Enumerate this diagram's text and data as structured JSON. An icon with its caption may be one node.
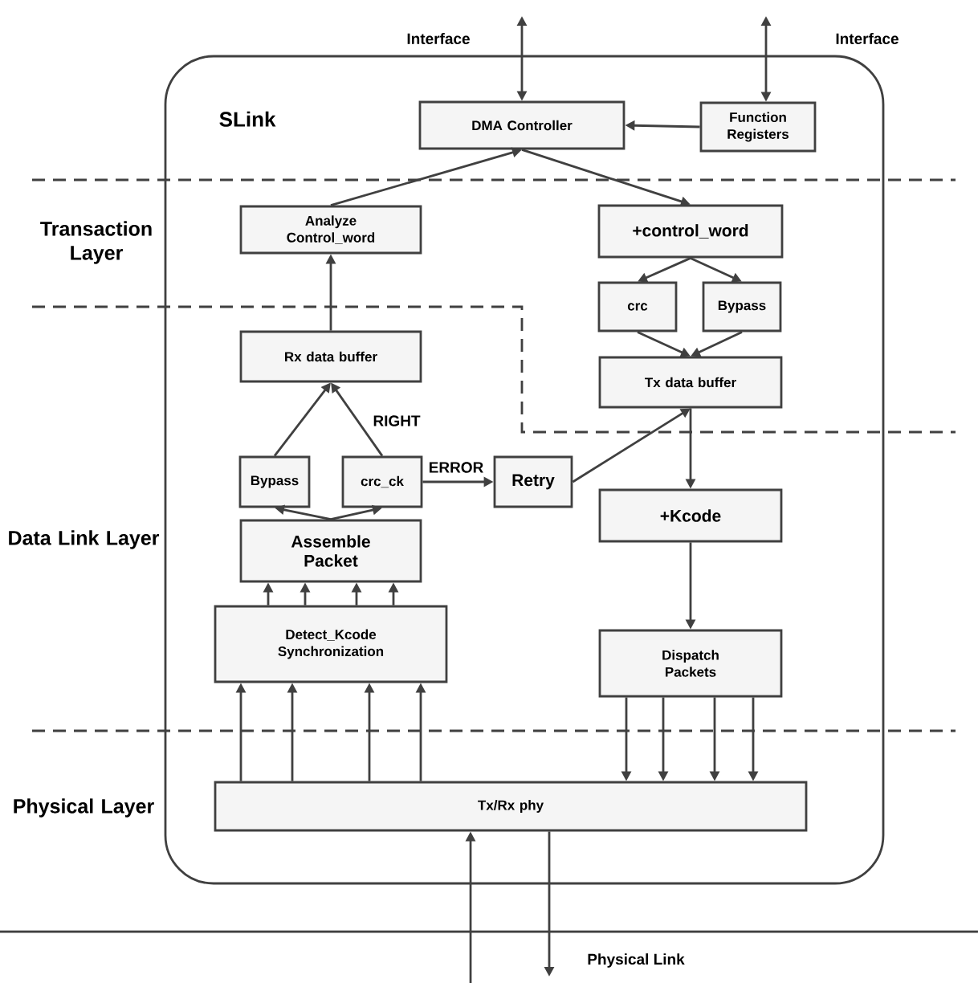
{
  "diagram": {
    "nodes": [
      {
        "text": [
          "SLink"
        ]
      },
      {
        "text": [
          "DMA Controller"
        ],
        "in": 0
      },
      {
        "text": [
          "Function Registers"
        ],
        "in": 0
      },
      {
        "text": [
          "Analyze Control_word"
        ],
        "in": 0
      },
      {
        "text": [
          "+control_word"
        ],
        "in": 0
      },
      {
        "text": [
          "crc"
        ],
        "in": 0
      },
      {
        "text": [
          "Bypass"
        ],
        "in": 0
      },
      {
        "text": [
          "Rx data buffer"
        ],
        "in": 0
      },
      {
        "text": [
          "Tx data buffer"
        ],
        "in": 0
      },
      {
        "text": [
          "Bypass"
        ],
        "in": 0
      },
      {
        "text": [
          "crc_ck"
        ],
        "in": 0
      },
      {
        "text": [
          "Retry"
        ],
        "in": 0
      },
      {
        "text": [
          "Assemble Packet"
        ],
        "in": 0
      },
      {
        "text": [
          "+Kcode"
        ],
        "in": 0
      },
      {
        "text": [
          "Detect_Kcode Synchronization"
        ],
        "in": 0
      },
      {
        "text": [
          "Dispatch Packets"
        ],
        "in": 0
      },
      {
        "text": [
          "Tx/Rx phy"
        ],
        "in": 0
      }
    ],
    "edges": [
      {
        "from": 1,
        "to": null,
        "arrow": "both",
        "label": "Interface"
      },
      {
        "from": 2,
        "to": null,
        "arrow": "both",
        "label": "Interface"
      },
      {
        "from": 2,
        "to": 1,
        "arrow": "to"
      },
      {
        "from": 3,
        "to": 1,
        "arrow": "to"
      },
      {
        "from": 1,
        "to": 4,
        "arrow": "to"
      },
      {
        "from": 4,
        "to": 5,
        "arrow": "to"
      },
      {
        "from": 4,
        "to": 6,
        "arrow": "to"
      },
      {
        "from": 5,
        "to": 8,
        "arrow": "to"
      },
      {
        "from": 6,
        "to": 8,
        "arrow": "to"
      },
      {
        "from": 7,
        "to": 3,
        "arrow": "to"
      },
      {
        "from": 9,
        "to": 7,
        "arrow": "to"
      },
      {
        "from": 10,
        "to": 7,
        "arrow": "to",
        "label": "RIGHT"
      },
      {
        "from": 12,
        "to": 9,
        "arrow": "to"
      },
      {
        "from": 12,
        "to": 10,
        "arrow": "to"
      },
      {
        "from": 10,
        "to": 11,
        "arrow": "to",
        "label": "ERROR"
      },
      {
        "from": 11,
        "to": 8,
        "arrow": "to"
      },
      {
        "from": 8,
        "to": 13,
        "arrow": "to"
      },
      {
        "from": 13,
        "to": 15,
        "arrow": "to"
      },
      {
        "from": 14,
        "to": 12,
        "arrow": "to"
      },
      {
        "from": 14,
        "to": 12,
        "arrow": "to"
      },
      {
        "from": 14,
        "to": 12,
        "arrow": "to"
      },
      {
        "from": 14,
        "to": 12,
        "arrow": "to"
      },
      {
        "from": 16,
        "to": 14,
        "arrow": "to"
      },
      {
        "from": 16,
        "to": 14,
        "arrow": "to"
      },
      {
        "from": 16,
        "to": 14,
        "arrow": "to"
      },
      {
        "from": 16,
        "to": 14,
        "arrow": "to"
      },
      {
        "from": 15,
        "to": 16,
        "arrow": "to"
      },
      {
        "from": 15,
        "to": 16,
        "arrow": "to"
      },
      {
        "from": 15,
        "to": 16,
        "arrow": "to"
      },
      {
        "from": 15,
        "to": 16,
        "arrow": "to"
      },
      {
        "from": null,
        "to": 16,
        "arrow": "to"
      },
      {
        "from": 16,
        "to": null,
        "arrow": "to",
        "label": "Physical Link"
      }
    ],
    "labels": [
      "Transaction Layer",
      "Data Link Layer",
      "Physical Layer"
    ]
  }
}
